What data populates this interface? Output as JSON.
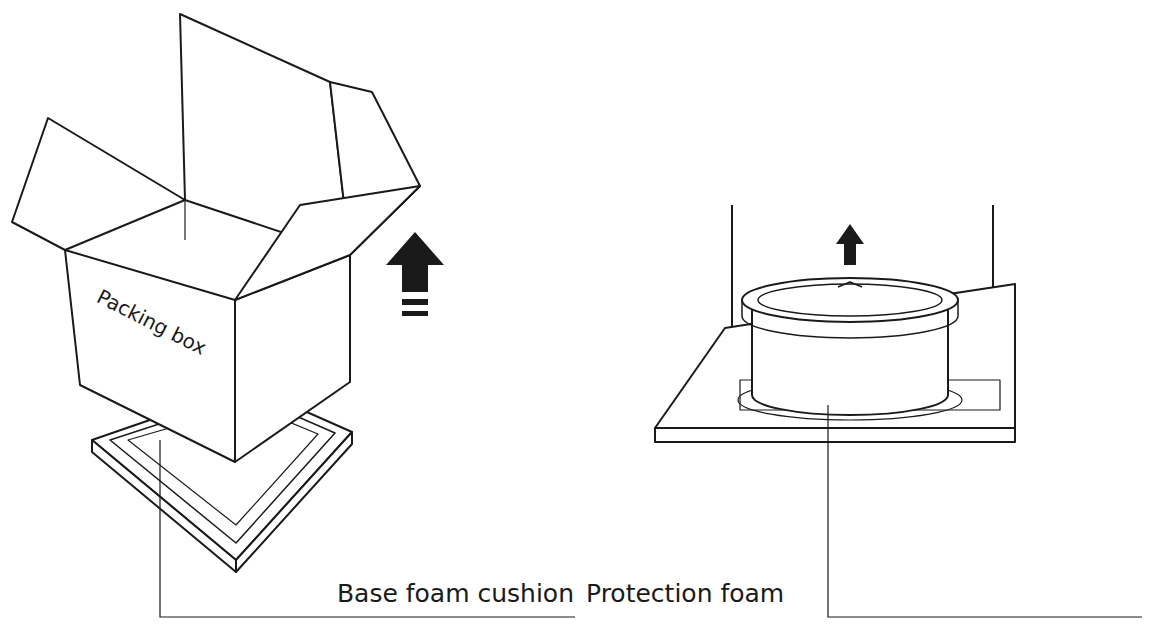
{
  "diagram": {
    "labels": [
      "Packing box",
      "Base foam cushion",
      "Protection foam"
    ]
  }
}
